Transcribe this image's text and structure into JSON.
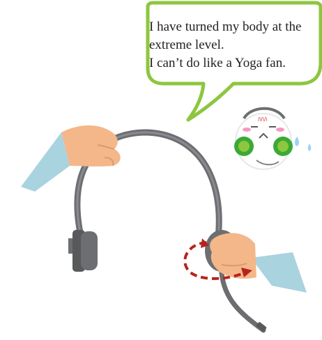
{
  "speech_bubble": {
    "lines": [
      "I have turned my body at the",
      "extreme level.",
      "I can’t do like a Yoga fan."
    ],
    "border_color": "#8dc63f",
    "background_color": "#ffffff"
  },
  "mascot": {
    "face_text": "ﾊﾊﾊ",
    "accent_color": "#3aaa35"
  },
  "headset": {
    "color": "#6d6e71",
    "rotation_arrow_color": "#b5241c"
  },
  "sleeve_color": "#a9d3df",
  "skin_color": "#f4b78a"
}
